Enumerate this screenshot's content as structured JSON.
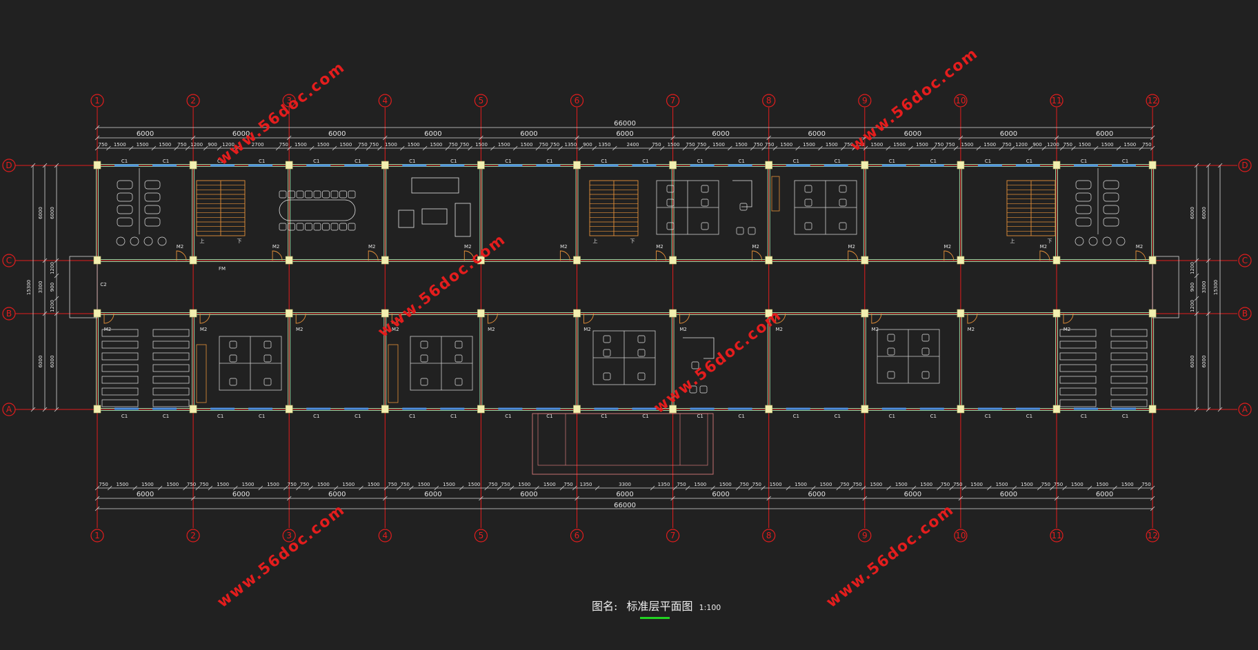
{
  "drawing": {
    "title_label": "图名:",
    "title": "标准层平面图",
    "scale": "1:100",
    "watermark": "www.56doc.com"
  },
  "axes": {
    "columns": [
      "1",
      "2",
      "3",
      "4",
      "5",
      "6",
      "7",
      "8",
      "9",
      "10",
      "11",
      "12"
    ],
    "rows": [
      "D",
      "C",
      "B",
      "A"
    ]
  },
  "dimensions": {
    "total": "66000",
    "bay": "6000",
    "top_detail": [
      "750",
      "1500",
      "1500",
      "1500",
      "750",
      "1200",
      "900",
      "1200",
      "2700",
      "750",
      "1500",
      "1500",
      "1500",
      "750",
      "750",
      "1500",
      "1500",
      "1500",
      "750",
      "750",
      "1500",
      "1500",
      "1500",
      "750",
      "750",
      "1350",
      "900",
      "1350",
      "2400",
      "750",
      "1500",
      "750",
      "750",
      "1500",
      "1500",
      "750",
      "750",
      "1500",
      "1500",
      "1500",
      "750",
      "750",
      "1500",
      "1500",
      "1500",
      "750",
      "750",
      "1500",
      "1500",
      "750",
      "1200",
      "900",
      "1200",
      "750",
      "1500",
      "1500",
      "1500",
      "750"
    ],
    "bottom_detail": [
      "750",
      "1500",
      "1500",
      "1500",
      "750",
      "750",
      "1500",
      "1500",
      "1500",
      "750",
      "750",
      "1500",
      "1500",
      "1500",
      "750",
      "750",
      "1500",
      "1500",
      "1500",
      "750",
      "750",
      "1500",
      "1500",
      "750",
      "1350",
      "3300",
      "1350",
      "750",
      "1500",
      "1500",
      "750",
      "750",
      "1500",
      "1500",
      "1500",
      "750",
      "750",
      "1500",
      "1500",
      "1500",
      "750",
      "750",
      "1500",
      "1500",
      "1500",
      "750",
      "750",
      "1500",
      "1500",
      "1500",
      "750"
    ],
    "left_outer": [
      "6000",
      "3300",
      "6000"
    ],
    "left_inner": [
      "6000",
      "1200",
      "900",
      "1200",
      "6000"
    ],
    "total_depth": "15300"
  },
  "labels": {
    "window_c1": "C1",
    "window_c2": "C2",
    "door_m2": "M2",
    "fire_door": "FM",
    "up": "上",
    "down": "下"
  },
  "colors": {
    "background": "#212121",
    "axis": "#e41d1d",
    "wall": "#8fd3a0",
    "column": "#f2efb0",
    "window": "#4f8fe0",
    "stairs": "#e8923a",
    "furniture": "#e6e6e6",
    "door": "#e8923a"
  }
}
